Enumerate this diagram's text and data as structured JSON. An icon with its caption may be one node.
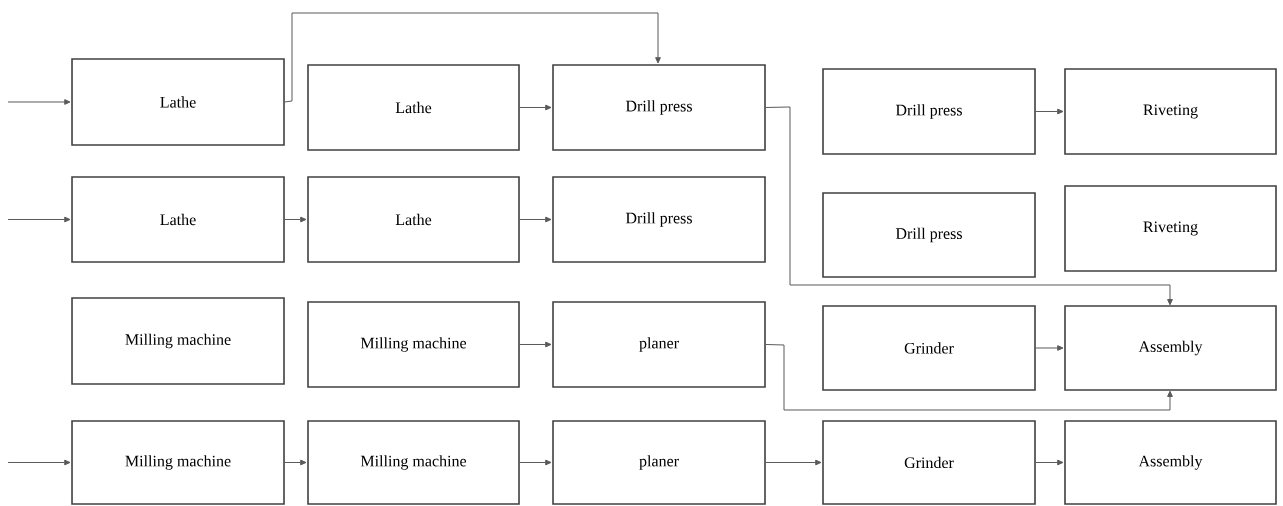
{
  "diagram": {
    "nodes": [
      {
        "text": [
          "Lathe"
        ]
      },
      {
        "text": [
          "Lathe"
        ]
      },
      {
        "text": [
          "Drill press"
        ]
      },
      {
        "text": [
          "Drill press"
        ]
      },
      {
        "text": [
          "Riveting"
        ]
      },
      {
        "text": [
          "Lathe"
        ]
      },
      {
        "text": [
          "Lathe"
        ]
      },
      {
        "text": [
          "Drill press"
        ]
      },
      {
        "text": [
          "Drill press"
        ]
      },
      {
        "text": [
          "Riveting"
        ]
      },
      {
        "text": [
          "Milling machine"
        ]
      },
      {
        "text": [
          "Milling machine"
        ]
      },
      {
        "text": [
          "planer"
        ]
      },
      {
        "text": [
          "Grinder"
        ]
      },
      {
        "text": [
          "Assembly"
        ]
      },
      {
        "text": [
          "Milling machine"
        ]
      },
      {
        "text": [
          "Milling machine"
        ]
      },
      {
        "text": [
          "planer"
        ]
      },
      {
        "text": [
          "Grinder"
        ]
      },
      {
        "text": [
          "Assembly"
        ]
      }
    ],
    "edges": [
      {
        "from": null,
        "to": 0,
        "arrow": "to"
      },
      {
        "from": 0,
        "to": 2,
        "arrow": "to"
      },
      {
        "from": 1,
        "to": 2,
        "arrow": "to"
      },
      {
        "from": 2,
        "to": 14,
        "arrow": "to"
      },
      {
        "from": 3,
        "to": 4,
        "arrow": "to"
      },
      {
        "from": null,
        "to": 5,
        "arrow": "to"
      },
      {
        "from": 5,
        "to": 6,
        "arrow": "to"
      },
      {
        "from": 6,
        "to": 7,
        "arrow": "to"
      },
      {
        "from": 11,
        "to": 12,
        "arrow": "to"
      },
      {
        "from": 12,
        "to": 14,
        "arrow": "to"
      },
      {
        "from": 13,
        "to": 14,
        "arrow": "to"
      },
      {
        "from": null,
        "to": 15,
        "arrow": "to"
      },
      {
        "from": 15,
        "to": 16,
        "arrow": "to"
      },
      {
        "from": 16,
        "to": 17,
        "arrow": "to"
      },
      {
        "from": 17,
        "to": 18,
        "arrow": "to"
      },
      {
        "from": 18,
        "to": 19,
        "arrow": "to"
      }
    ]
  }
}
